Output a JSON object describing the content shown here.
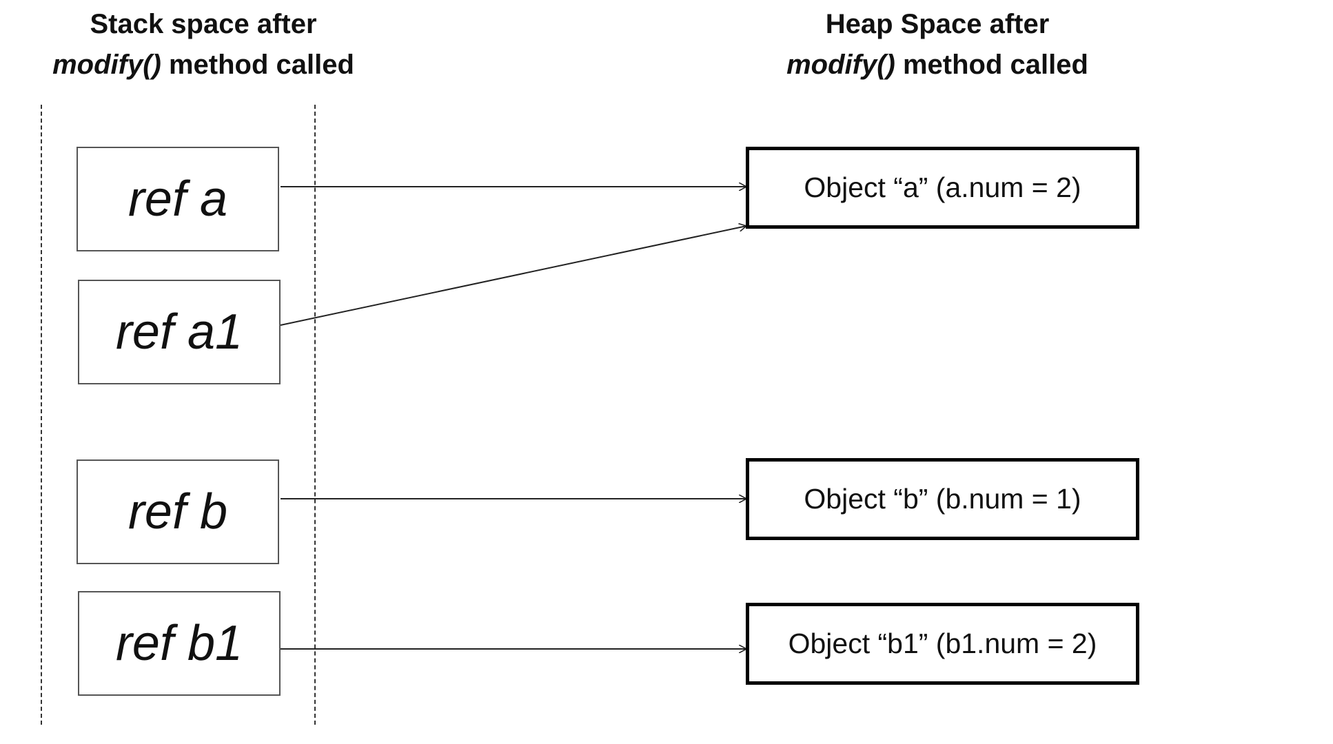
{
  "headings": {
    "stack": {
      "line1": "Stack space after",
      "method": "modify()",
      "suffix": " method called"
    },
    "heap": {
      "line1": "Heap Space after",
      "method": "modify()",
      "suffix": " method called"
    }
  },
  "stack_refs": [
    {
      "label": "ref a"
    },
    {
      "label": "ref a1"
    },
    {
      "label": "ref b"
    },
    {
      "label": "ref b1"
    }
  ],
  "heap_objects": [
    {
      "label": "Object “a” (a.num = 2)"
    },
    {
      "label": "Object “b” (b.num = 1)"
    },
    {
      "label": "Object “b1” (b1.num = 2)"
    }
  ],
  "references": [
    {
      "from": "ref a",
      "to": "Object “a” (a.num = 2)"
    },
    {
      "from": "ref a1",
      "to": "Object “a” (a.num = 2)"
    },
    {
      "from": "ref b",
      "to": "Object “b” (b.num = 1)"
    },
    {
      "from": "ref b1",
      "to": "Object “b1” (b1.num = 2)"
    }
  ]
}
